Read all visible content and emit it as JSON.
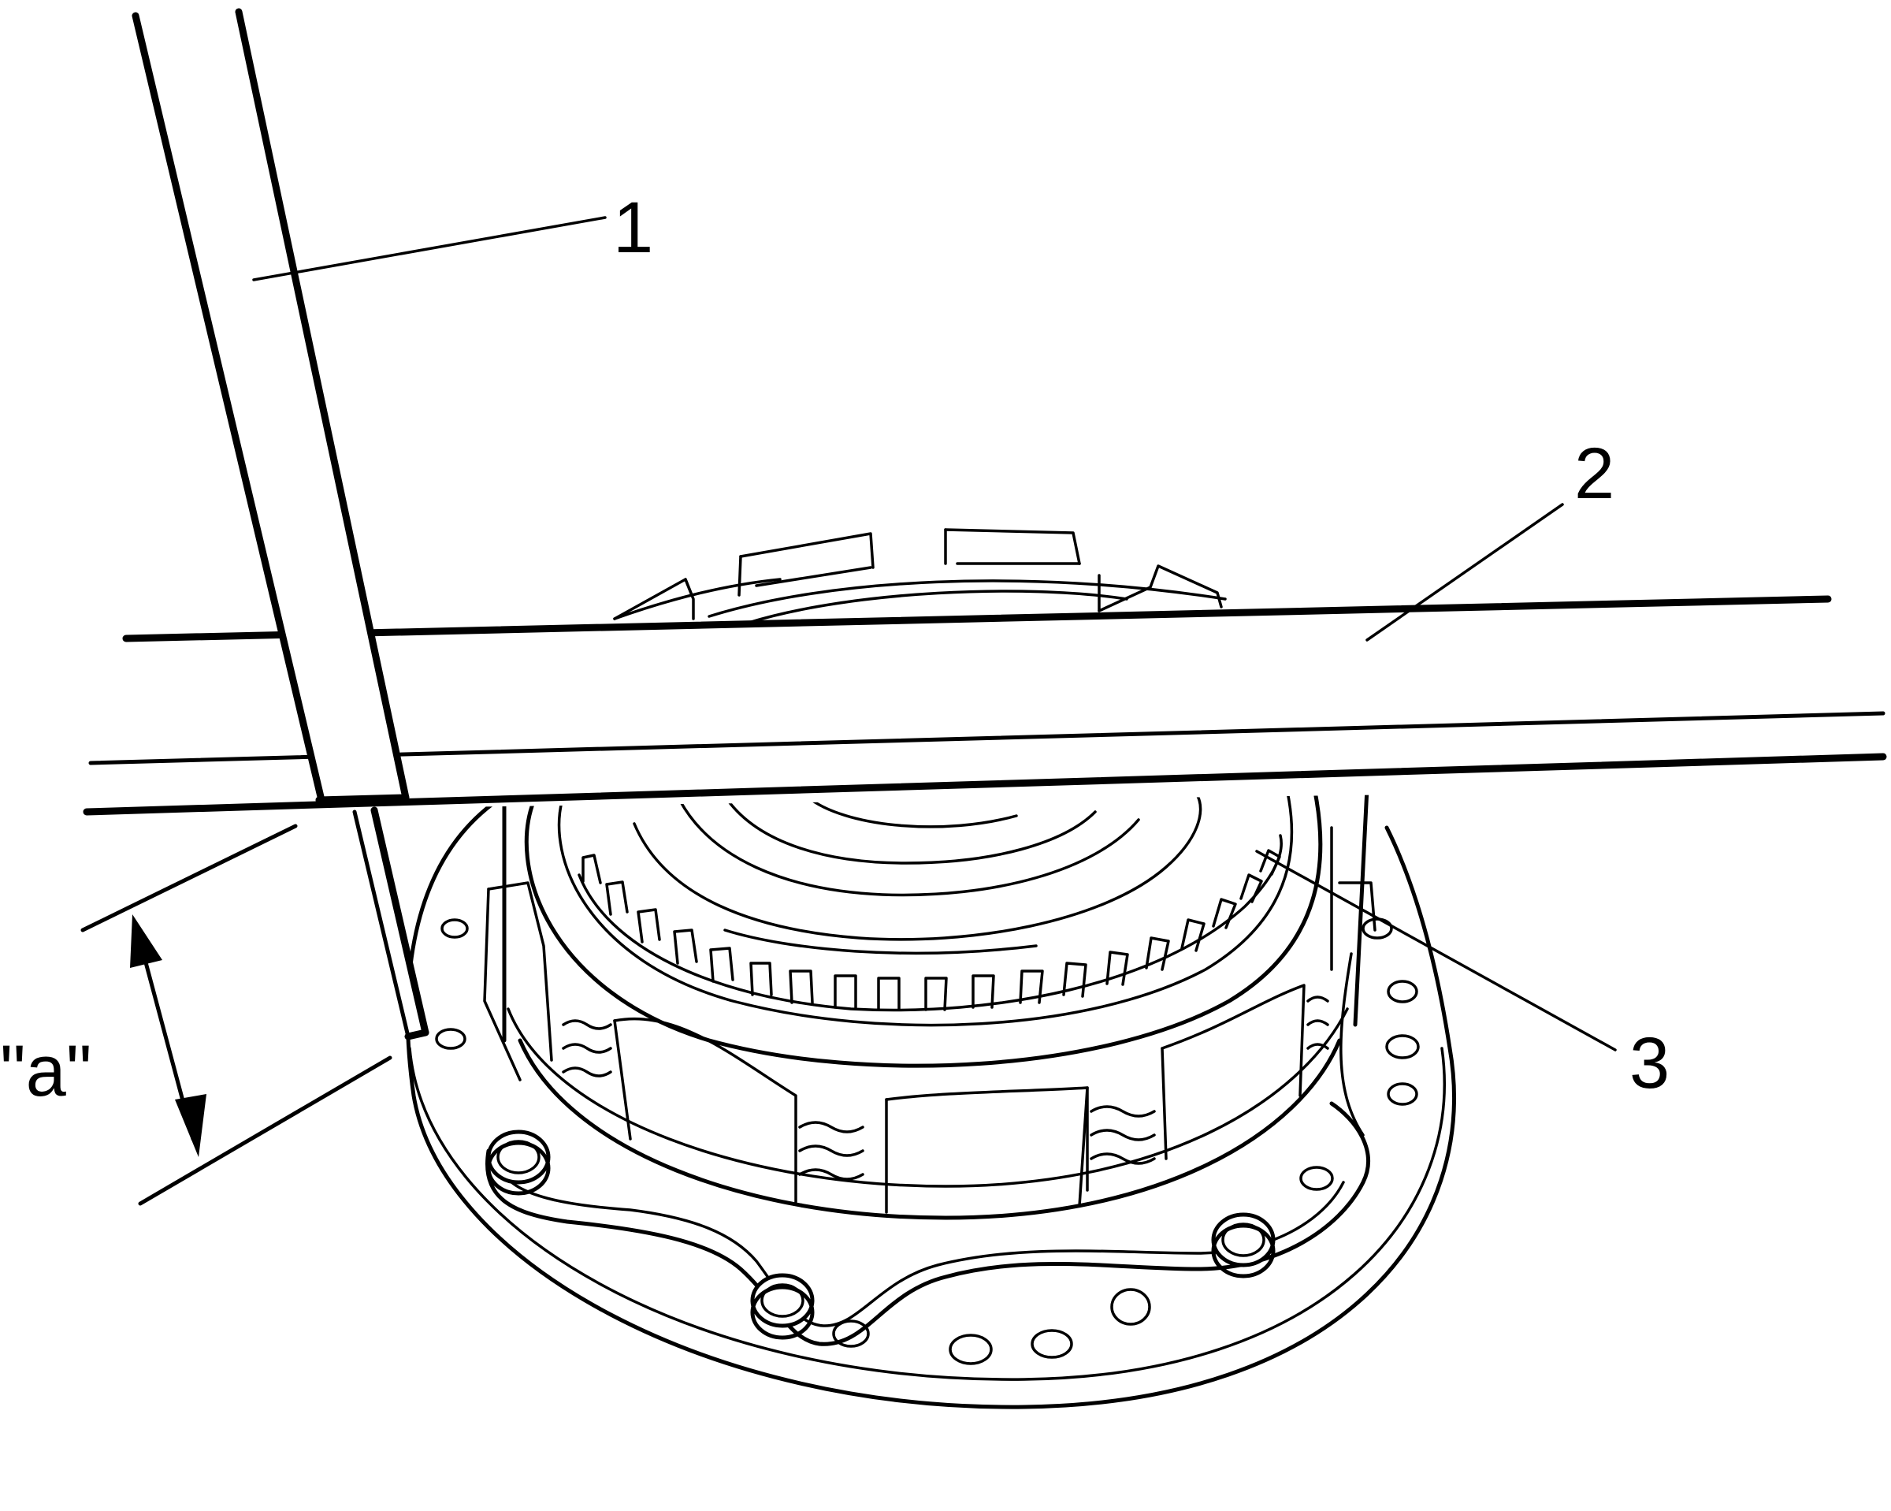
{
  "callouts": {
    "c1": "1",
    "c2": "2",
    "c3": "3",
    "dimension": "\"a\""
  },
  "icons": [
    "depth-gauge",
    "straightedge",
    "clutch-housing"
  ],
  "colors": {
    "line": "#000000",
    "background": "#ffffff"
  }
}
